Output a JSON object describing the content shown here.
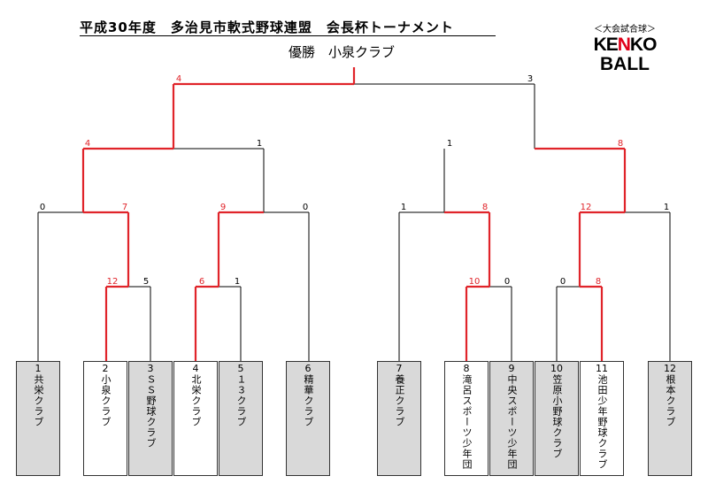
{
  "title": "平成30年度　多治見市軟式野球連盟　会長杯トーナメント",
  "winner": "優勝　小泉クラブ",
  "logo": {
    "sub": "＜大会試合球＞",
    "kenko": "KENKO",
    "ball": "BALL",
    "accent": "#e0001a"
  },
  "colors": {
    "win_line": "#e0242a",
    "line": "#000000",
    "win_text": "#e0242a",
    "text": "#000000",
    "gray_box": "#d9d9d9"
  },
  "teams": [
    {
      "num": "1",
      "name": "共栄クラブ",
      "gray": true
    },
    {
      "num": "2",
      "name": "小泉クラブ",
      "gray": false
    },
    {
      "num": "3",
      "name": "ＳＳ野球クラブ",
      "gray": true
    },
    {
      "num": "4",
      "name": "北栄クラブ",
      "gray": false
    },
    {
      "num": "5",
      "name": "１３クラブ",
      "gray": true
    },
    {
      "num": "6",
      "name": "精華クラブ",
      "gray": true
    },
    {
      "num": "7",
      "name": "養正クラブ",
      "gray": true
    },
    {
      "num": "8",
      "name": "滝呂スポーツ少年団",
      "gray": false
    },
    {
      "num": "9",
      "name": "中央スポーツ少年団",
      "gray": true
    },
    {
      "num": "10",
      "name": "笠原小野球クラブ",
      "gray": true
    },
    {
      "num": "11",
      "name": "池田少年野球クラブ",
      "gray": false
    },
    {
      "num": "12",
      "name": "根本クラブ",
      "gray": true
    }
  ],
  "scores": {
    "r1": [
      {
        "top": "12",
        "bottom": "5"
      },
      {
        "top": "6",
        "bottom": "1"
      },
      {
        "top": "10",
        "bottom": "0"
      },
      {
        "top": "0",
        "bottom": "8"
      }
    ],
    "qf": [
      {
        "left": "0",
        "right": "7"
      },
      {
        "left": "9",
        "right": "0"
      },
      {
        "left": "1",
        "right": "8"
      },
      {
        "left": "12",
        "right": "1"
      }
    ],
    "sf": [
      {
        "left": "4",
        "right": "1"
      },
      {
        "left": "1",
        "right": "8"
      }
    ],
    "final": {
      "left": "4",
      "right": "3"
    }
  }
}
